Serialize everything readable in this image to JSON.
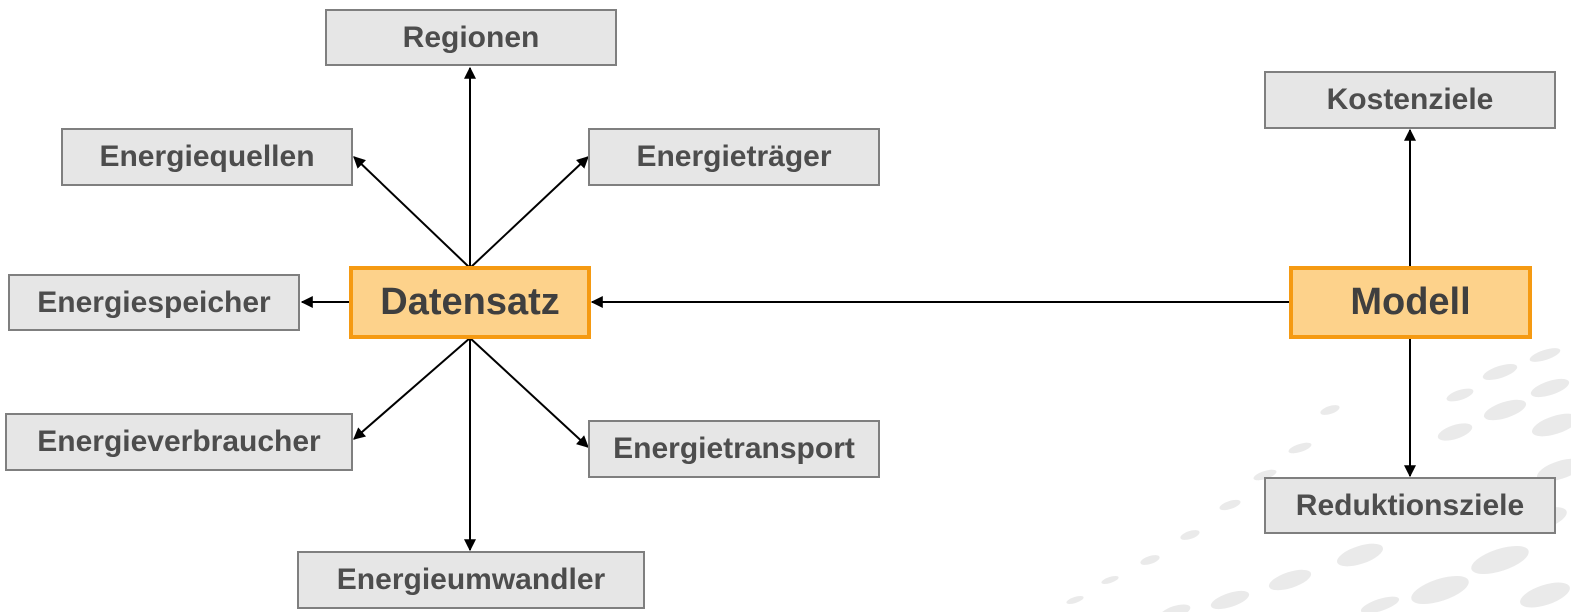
{
  "diagram": {
    "nodes": {
      "datensatz": "Datensatz",
      "modell": "Modell",
      "regionen": "Regionen",
      "energiequellen": "Energiequellen",
      "energietraeger": "Energieträger",
      "energiespeicher": "Energiespeicher",
      "energieverbraucher": "Energieverbraucher",
      "energietransport": "Energietransport",
      "energieumwandler": "Energieumwandler",
      "kostenziele": "Kostenziele",
      "reduktionsziele": "Reduktionsziele"
    },
    "edges": [
      {
        "from": "datensatz",
        "to": "regionen"
      },
      {
        "from": "datensatz",
        "to": "energiequellen"
      },
      {
        "from": "datensatz",
        "to": "energietraeger"
      },
      {
        "from": "datensatz",
        "to": "energiespeicher"
      },
      {
        "from": "datensatz",
        "to": "energieverbraucher"
      },
      {
        "from": "datensatz",
        "to": "energietransport"
      },
      {
        "from": "datensatz",
        "to": "energieumwandler"
      },
      {
        "from": "modell",
        "to": "datensatz"
      },
      {
        "from": "modell",
        "to": "kostenziele"
      },
      {
        "from": "modell",
        "to": "reduktionsziele"
      }
    ],
    "colors": {
      "hub_fill": "#fdd28b",
      "hub_border": "#f59a12",
      "node_fill": "#e6e6e6",
      "node_border": "#7f7f7f",
      "text": "#4d4d4d",
      "arrow": "#000000"
    }
  }
}
